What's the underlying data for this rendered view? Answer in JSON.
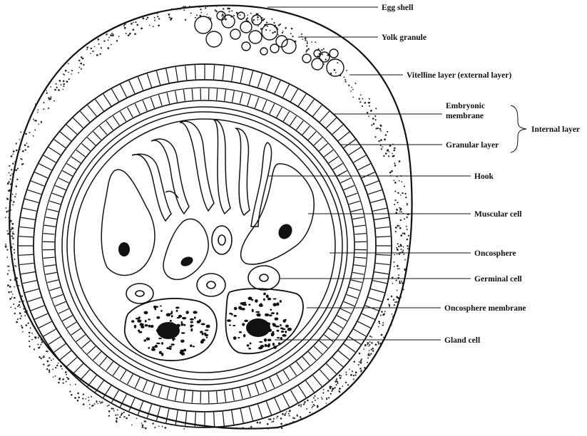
{
  "labels": {
    "egg_shell": "Egg shell",
    "yolk_granule": "Yolk granule",
    "vitelline_layer": "Vitelline layer (external layer)",
    "embryonic_membrane_1": "Embryonic",
    "embryonic_membrane_2": "membrane",
    "granular_layer": "Granular layer",
    "internal_layer": "Internal layer",
    "hook": "Hook",
    "muscular_cell": "Muscular cell",
    "oncosphere": "Oncosphere",
    "germinal_cell": "Germinal cell",
    "oncosphere_membrane": "Oncosphere membrane",
    "gland_cell": "Gland cell"
  }
}
